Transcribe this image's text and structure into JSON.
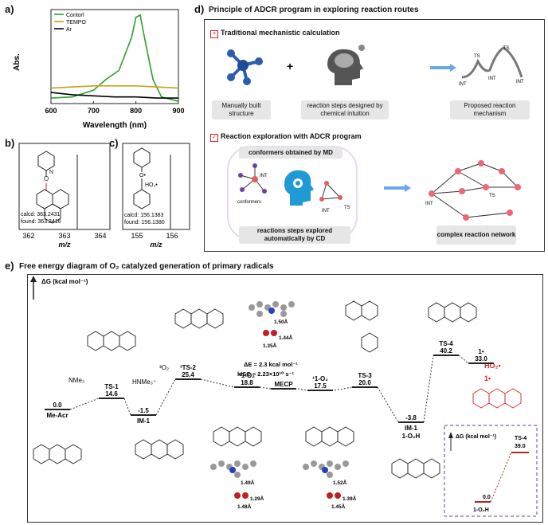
{
  "panels": {
    "a": "a)",
    "b": "b)",
    "c": "c)",
    "d": "d)",
    "e": "e)"
  },
  "chart_a": {
    "ylabel": "Abs.",
    "xlabel": "Wavelength (nm)",
    "xticks": [
      "600",
      "700",
      "800",
      "900"
    ],
    "legend": [
      "Contorl",
      "TEMPO",
      "Ar"
    ]
  },
  "chart_data": [
    {
      "type": "line",
      "xlabel": "Wavelength (nm)",
      "ylabel": "Abs.",
      "xlim": [
        600,
        900
      ],
      "series": [
        {
          "name": "Contorl",
          "color": "#2ca02c",
          "x": [
            600,
            650,
            700,
            730,
            760,
            790,
            800,
            810,
            820,
            840,
            860,
            900
          ],
          "y": [
            0.05,
            0.06,
            0.12,
            0.22,
            0.3,
            0.6,
            0.78,
            0.8,
            0.6,
            0.22,
            0.06,
            0.02
          ]
        },
        {
          "name": "TEMPO",
          "color": "#c8a020",
          "x": [
            600,
            650,
            700,
            750,
            800,
            850,
            900
          ],
          "y": [
            0.14,
            0.15,
            0.16,
            0.16,
            0.16,
            0.15,
            0.14
          ]
        },
        {
          "name": "Ar",
          "color": "#000000",
          "x": [
            600,
            650,
            700,
            750,
            800,
            850,
            900
          ],
          "y": [
            0.1,
            0.08,
            0.07,
            0.06,
            0.06,
            0.05,
            0.05
          ]
        }
      ]
    },
    {
      "type": "bar",
      "xlabel": "m/z",
      "categories": [
        "363.2416"
      ],
      "values": [
        1.0
      ],
      "xticks": [
        "362",
        "363",
        "364"
      ]
    },
    {
      "type": "bar",
      "xlabel": "m/z",
      "categories": [
        "156.1380"
      ],
      "values": [
        1.0
      ],
      "xticks": [
        "155",
        "156"
      ]
    }
  ],
  "ms_b": {
    "xlabel": "m/z",
    "xticks": [
      "362",
      "363",
      "364"
    ],
    "calcd": "calcd: 363.2431",
    "found": "found: 363.2416"
  },
  "ms_c": {
    "xlabel": "m/z",
    "xticks": [
      "155",
      "156"
    ],
    "calcd": "calcd: 156.1383",
    "found": "found: 156.1380",
    "reagent": "HO₂•"
  },
  "panel_d": {
    "title": "Principle of ADCR program in exploring reaction routes",
    "trad_title": "Traditional mechanistic calculation",
    "pill1": "Manually built structure",
    "pill2": "reaction steps designed by chemical intuition",
    "pill3": "Proposed reaction mechanism",
    "adcr_title": "Reaction exploration with ADCR program",
    "md_label": "conformers obtained by MD",
    "cd_label": "reactions steps explored automatically by CD",
    "network_label": "complex reaction network",
    "conformers": "conformers",
    "int": "INT",
    "ts": "TS"
  },
  "panel_e": {
    "title": "Free energy diagram of O₂ catalyzed generation of primary radicals",
    "yaxis": "ΔG (kcal mol⁻¹)",
    "levels": [
      {
        "name": "Me-Acr",
        "value": "0.0"
      },
      {
        "name": "TS-1",
        "value": "14.6"
      },
      {
        "name": "IM-1",
        "value": "-1.5"
      },
      {
        "name": "³TS-2",
        "value": "25.4"
      },
      {
        "name": "³1-O₂",
        "value": "18.8"
      },
      {
        "name": "MECP",
        "value": ""
      },
      {
        "name": "¹1-O₂",
        "value": "17.5"
      },
      {
        "name": "TS-3",
        "value": "20.0"
      },
      {
        "name": "IM-1",
        "value": "-3.8"
      },
      {
        "name": "1-O₂H",
        "value": ""
      },
      {
        "name": "TS-4",
        "value": "40.2"
      },
      {
        "name": "1•",
        "value": "33.0"
      }
    ],
    "nme3": "NMe₃",
    "hnme3": "HNMe₃⁺",
    "o2": "³O₂",
    "delta_e": "ΔE = 2.3 kcal mol⁻¹",
    "kisc": "kISC = 2.23×10¹⁰ s⁻¹",
    "ho2": "HO₂•",
    "r1": "1•",
    "d1": [
      "1.50Å",
      "1.44Å",
      "1.35Å"
    ],
    "d2": [
      "1.49Å",
      "1.29Å",
      "1.48Å"
    ],
    "d3": [
      "1.52Å",
      "1.39Å",
      "1.45Å"
    ],
    "inset": {
      "yaxis": "ΔG (kcal mol⁻¹)",
      "ts4": "TS-4",
      "ts4v": "39.0",
      "start": "0.0",
      "startname": "1-O₂H"
    }
  }
}
